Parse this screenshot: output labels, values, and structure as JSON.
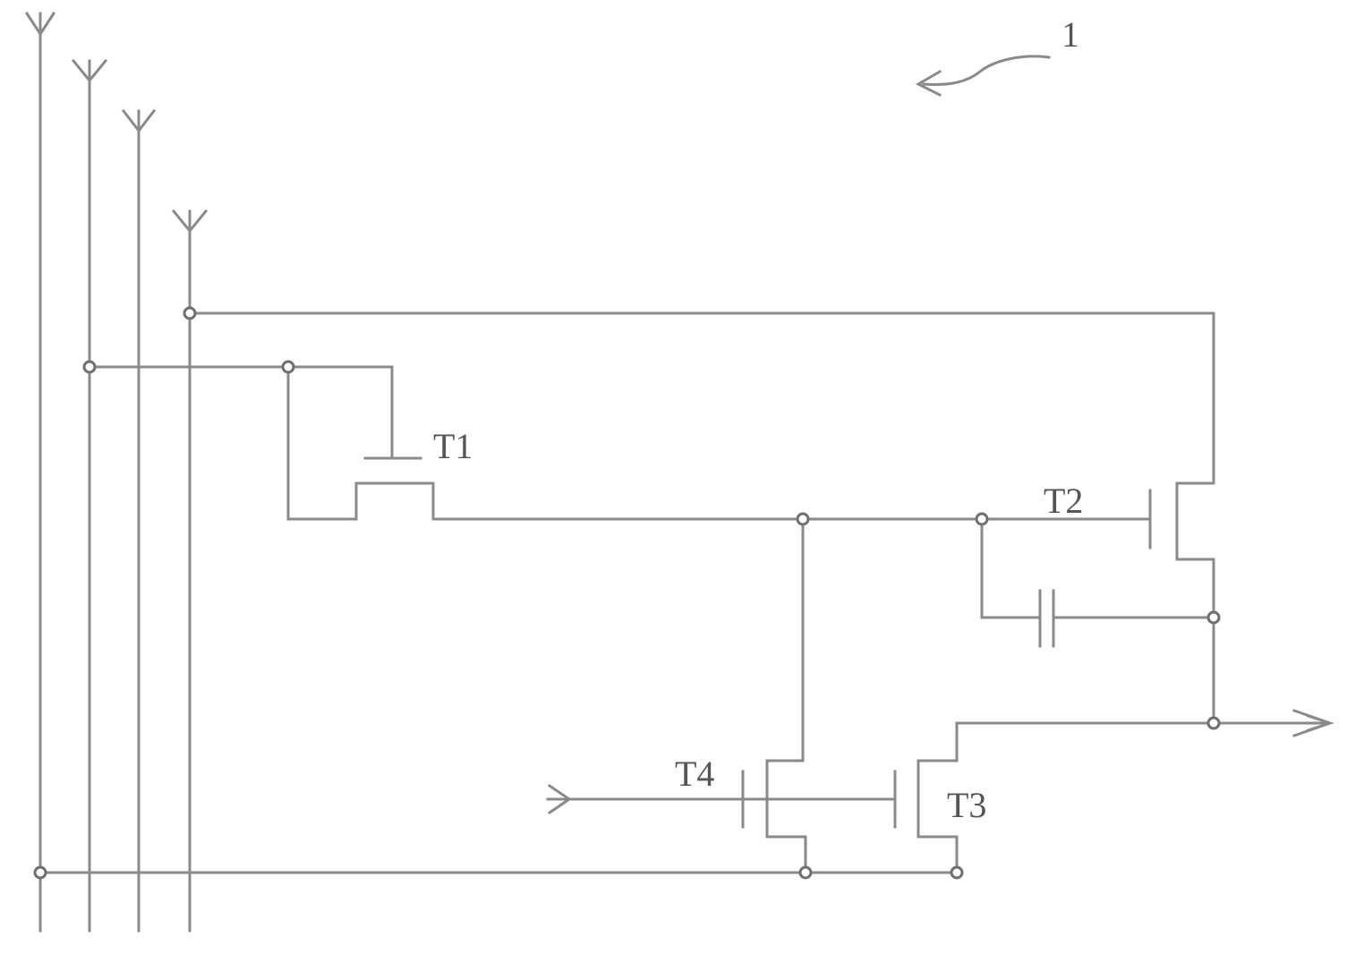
{
  "figure": {
    "ref_number": "1",
    "labels": {
      "t1": "T1",
      "t2": "T2",
      "t3": "T3",
      "t4": "T4"
    }
  }
}
